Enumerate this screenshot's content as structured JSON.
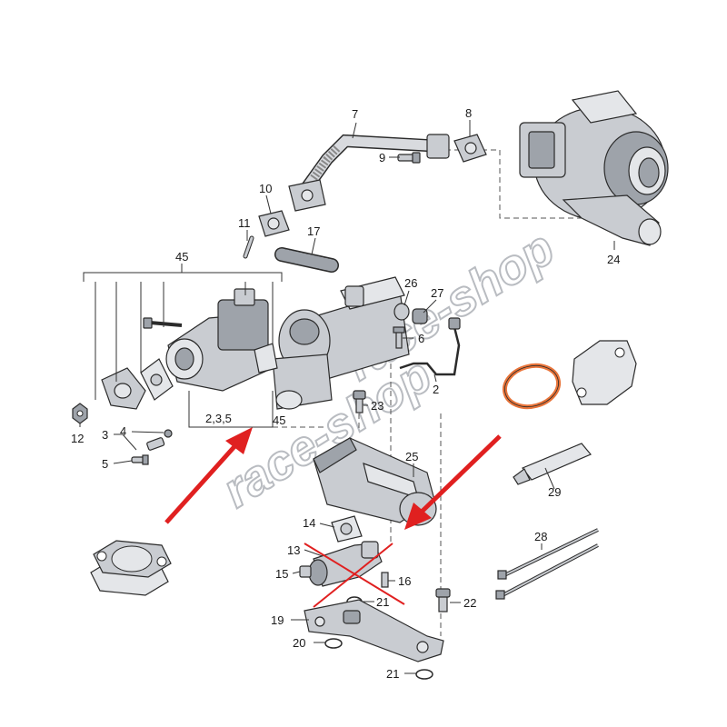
{
  "callouts": {
    "c2": "2",
    "c3": "3",
    "c4": "4",
    "c5": "5",
    "c6": "6",
    "c7": "7",
    "c8": "8",
    "c9": "9",
    "c10": "10",
    "c11": "11",
    "c12": "12",
    "c13": "13",
    "c14": "14",
    "c15": "15",
    "c16": "16",
    "c17": "17",
    "c19": "19",
    "c20": "20",
    "c21a": "21",
    "c21b": "21",
    "c22": "22",
    "c23": "23",
    "c24": "24",
    "c25": "25",
    "c26": "26",
    "c27": "27",
    "c28": "28",
    "c29": "29",
    "c45a": "45",
    "c45b": "45",
    "c235": "2,3,5"
  },
  "watermark": {
    "line1": "race-shop",
    "line2": "race-shop"
  },
  "colors": {
    "arrow": "#e02020",
    "gasket_ring": "#e8743a",
    "cross": "#e02020"
  }
}
